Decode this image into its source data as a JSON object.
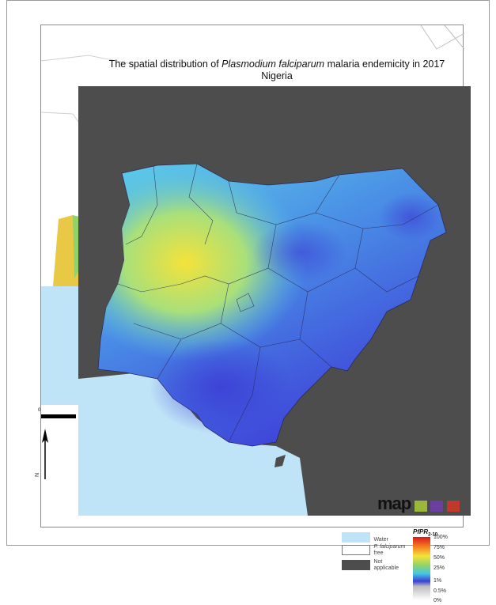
{
  "title": {
    "prefix": "The spatial distribution of ",
    "species": "Plasmodium falciparum",
    "suffix": " malaria endemicity in 2017",
    "country": "Nigeria"
  },
  "scalebar": {
    "zero": "0"
  },
  "north": {
    "label": "N"
  },
  "legend": {
    "items": [
      {
        "label": "Water",
        "color": "#bfe3f7"
      },
      {
        "label_italic": "P. falciparum",
        "label": "free",
        "color": "#ffffff"
      },
      {
        "label": "Not applicable",
        "color": "#4d4d4d"
      }
    ],
    "ramp_title": "PfPR",
    "ramp_subscript": "2-10",
    "ticks": [
      "100%",
      "75%",
      "50%",
      "25%",
      "1%",
      "0.5%",
      "0%"
    ]
  },
  "logo": {
    "text": "map"
  },
  "colors": {
    "water": "#bfe3f7",
    "not_applicable": "#4d4d4d",
    "high": "#d7191c",
    "mid": "#f4e23a",
    "low": "#3b3fd6"
  }
}
